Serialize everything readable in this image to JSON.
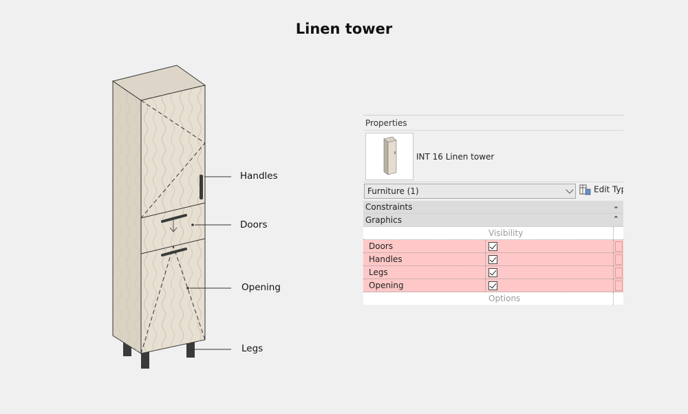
{
  "title": "Linen tower",
  "callouts": {
    "handles": "Handles",
    "doors": "Doors",
    "opening": "Opening",
    "legs": "Legs"
  },
  "properties": {
    "header": "Properties",
    "type_name": "INT 16 Linen tower",
    "selector": "Furniture (1)",
    "edit_type": "Edit Typ",
    "sections": {
      "constraints": "Constraints",
      "graphics": "Graphics"
    },
    "visibility_group": "Visibility",
    "options_group": "Options",
    "visibility_rows": [
      {
        "name": "Doors",
        "checked": true
      },
      {
        "name": "Handles",
        "checked": true
      },
      {
        "name": "Legs",
        "checked": true
      },
      {
        "name": "Opening",
        "checked": true
      }
    ],
    "highlight_color": "#ffc8c8"
  },
  "colors": {
    "cabinet_face": "#e3dccf",
    "cabinet_top": "#ddd6c8",
    "leg": "#3a3a3a",
    "background": "#f0f0f0"
  }
}
